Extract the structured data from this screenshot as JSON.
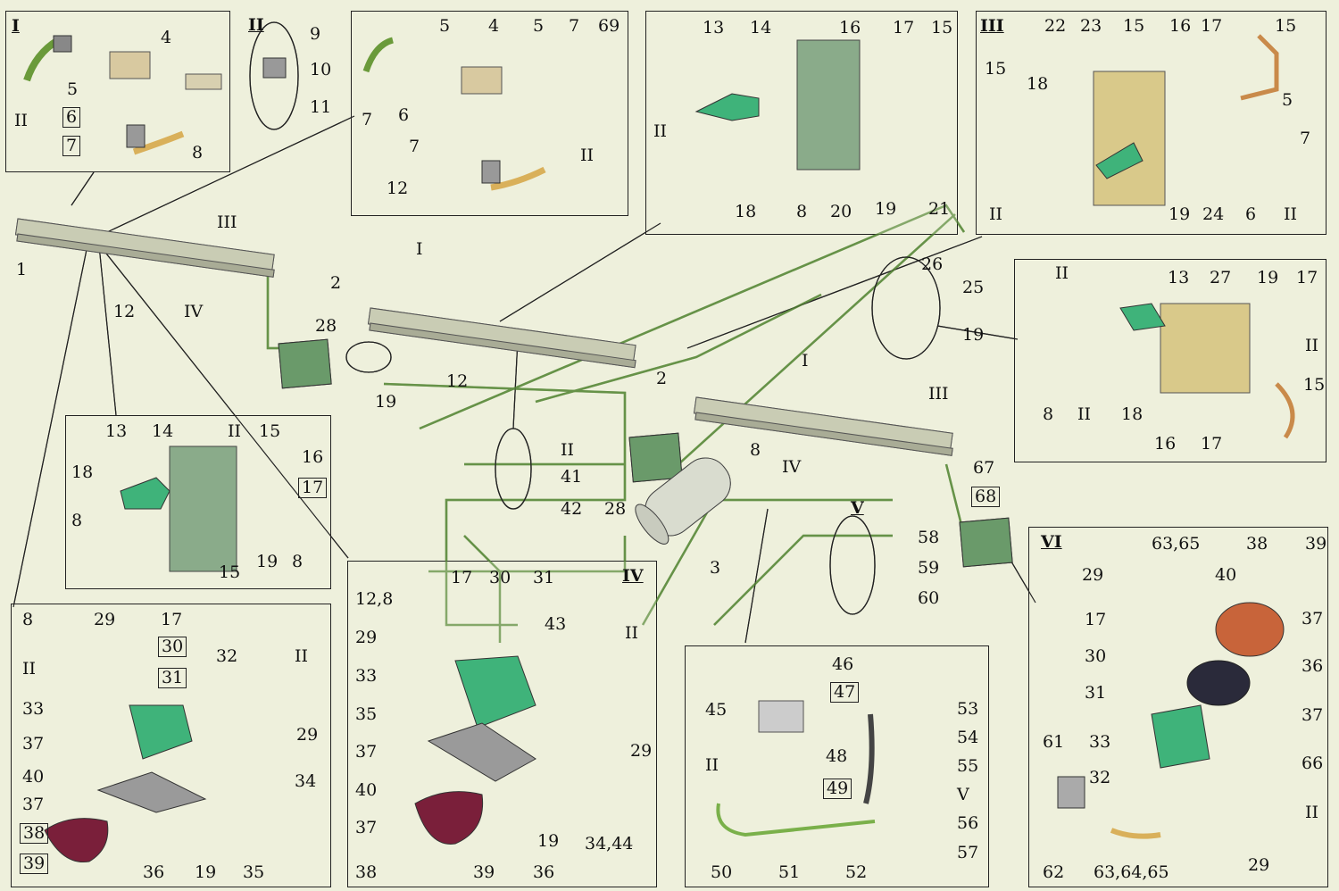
{
  "panels": {
    "I": {
      "title": "I",
      "labels": [
        "4",
        "5",
        "6",
        "7",
        "II",
        "8"
      ],
      "detail_title": "II",
      "detail_labels": [
        "9",
        "10",
        "11"
      ]
    },
    "top2": {
      "labels": [
        "5",
        "4",
        "5",
        "7",
        "69",
        "7",
        "6",
        "7",
        "II",
        "12"
      ]
    },
    "top3": {
      "labels": [
        "13",
        "14",
        "16",
        "17",
        "15",
        "II",
        "18",
        "8",
        "20",
        "19",
        "21"
      ]
    },
    "III": {
      "title": "III",
      "labels": [
        "22",
        "23",
        "15",
        "16",
        "17",
        "15",
        "15",
        "18",
        "5",
        "7",
        "II",
        "19",
        "24",
        "6",
        "II"
      ]
    },
    "III_right": {
      "labels": [
        "II",
        "13",
        "27",
        "19",
        "17",
        "II",
        "15",
        "8",
        "II",
        "18",
        "16",
        "17"
      ]
    },
    "left_mid": {
      "labels": [
        "13",
        "14",
        "II",
        "15",
        "16",
        "17",
        "18",
        "8",
        "19",
        "8",
        "15"
      ]
    },
    "bottom_left": {
      "labels": [
        "8",
        "29",
        "17",
        "30",
        "31",
        "II",
        "32",
        "II",
        "33",
        "29",
        "37",
        "34",
        "40",
        "37",
        "38",
        "39",
        "36",
        "19",
        "35"
      ]
    },
    "IV": {
      "title": "IV",
      "labels": [
        "12,8",
        "17",
        "30",
        "31",
        "43",
        "II",
        "29",
        "33",
        "35",
        "29",
        "37",
        "40",
        "19",
        "34,44",
        "37",
        "38",
        "39",
        "36"
      ]
    },
    "V": {
      "title": "V",
      "labels": [
        "58",
        "59",
        "60",
        "46",
        "47",
        "53",
        "45",
        "54",
        "55",
        "48",
        "49",
        "V",
        "II",
        "56",
        "57",
        "50",
        "51",
        "52"
      ]
    },
    "VI": {
      "title": "VI",
      "labels": [
        "63,65",
        "38",
        "39",
        "29",
        "40",
        "37",
        "17",
        "30",
        "36",
        "31",
        "37",
        "33",
        "61",
        "66",
        "32",
        "II",
        "62",
        "63,64,65",
        "29"
      ]
    }
  },
  "overview": {
    "labels": [
      "1",
      "12",
      "IV",
      "III",
      "2",
      "I",
      "28",
      "19",
      "12",
      "26",
      "25",
      "19",
      "2",
      "I",
      "III",
      "8",
      "IV",
      "II",
      "41",
      "42",
      "28",
      "3",
      "67",
      "68"
    ]
  }
}
